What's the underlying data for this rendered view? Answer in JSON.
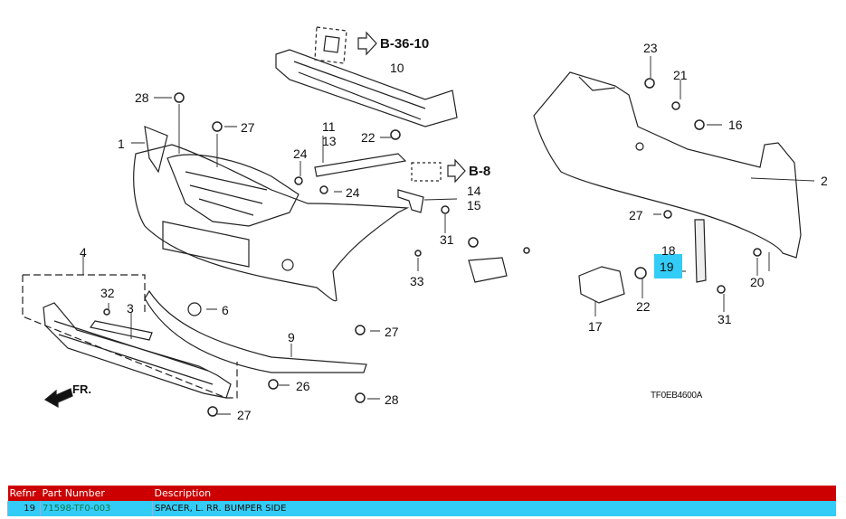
{
  "diagram": {
    "code": "TF0EB4600A",
    "highlighted_callout": "19",
    "ref_links": [
      "B-36-10",
      "B-8"
    ],
    "direction_label": "FR.",
    "callouts": [
      {
        "id": "c1",
        "label": "1"
      },
      {
        "id": "c2",
        "label": "2"
      },
      {
        "id": "c3",
        "label": "3"
      },
      {
        "id": "c4",
        "label": "4"
      },
      {
        "id": "c6",
        "label": "6"
      },
      {
        "id": "c9",
        "label": "9"
      },
      {
        "id": "c10",
        "label": "10"
      },
      {
        "id": "c11",
        "label": "11"
      },
      {
        "id": "c13",
        "label": "13"
      },
      {
        "id": "c14",
        "label": "14"
      },
      {
        "id": "c15",
        "label": "15"
      },
      {
        "id": "c16",
        "label": "16"
      },
      {
        "id": "c17",
        "label": "17"
      },
      {
        "id": "c18",
        "label": "18"
      },
      {
        "id": "c19",
        "label": "19"
      },
      {
        "id": "c20",
        "label": "20"
      },
      {
        "id": "c21",
        "label": "21"
      },
      {
        "id": "c22a",
        "label": "22"
      },
      {
        "id": "c22b",
        "label": "22"
      },
      {
        "id": "c23",
        "label": "23"
      },
      {
        "id": "c24a",
        "label": "24"
      },
      {
        "id": "c24b",
        "label": "24"
      },
      {
        "id": "c26",
        "label": "26"
      },
      {
        "id": "c27a",
        "label": "27"
      },
      {
        "id": "c27b",
        "label": "27"
      },
      {
        "id": "c27c",
        "label": "27"
      },
      {
        "id": "c27d",
        "label": "27"
      },
      {
        "id": "c28a",
        "label": "28"
      },
      {
        "id": "c28b",
        "label": "28"
      },
      {
        "id": "c31a",
        "label": "31"
      },
      {
        "id": "c31b",
        "label": "31"
      },
      {
        "id": "c32",
        "label": "32"
      },
      {
        "id": "c33",
        "label": "33"
      }
    ]
  },
  "parts_table": {
    "headers": {
      "ref": "Refnr",
      "part_number": "Part Number",
      "description": "Description"
    },
    "rows": [
      {
        "ref": "19",
        "part_number": "71598-TF0-003",
        "description": "SPACER, L. RR. BUMPER SIDE"
      }
    ]
  },
  "colors": {
    "header_bg": "#cc0000",
    "row_bg": "#33ccf6",
    "part_number": "#0a7a4a",
    "highlight": "#33ccf6"
  }
}
